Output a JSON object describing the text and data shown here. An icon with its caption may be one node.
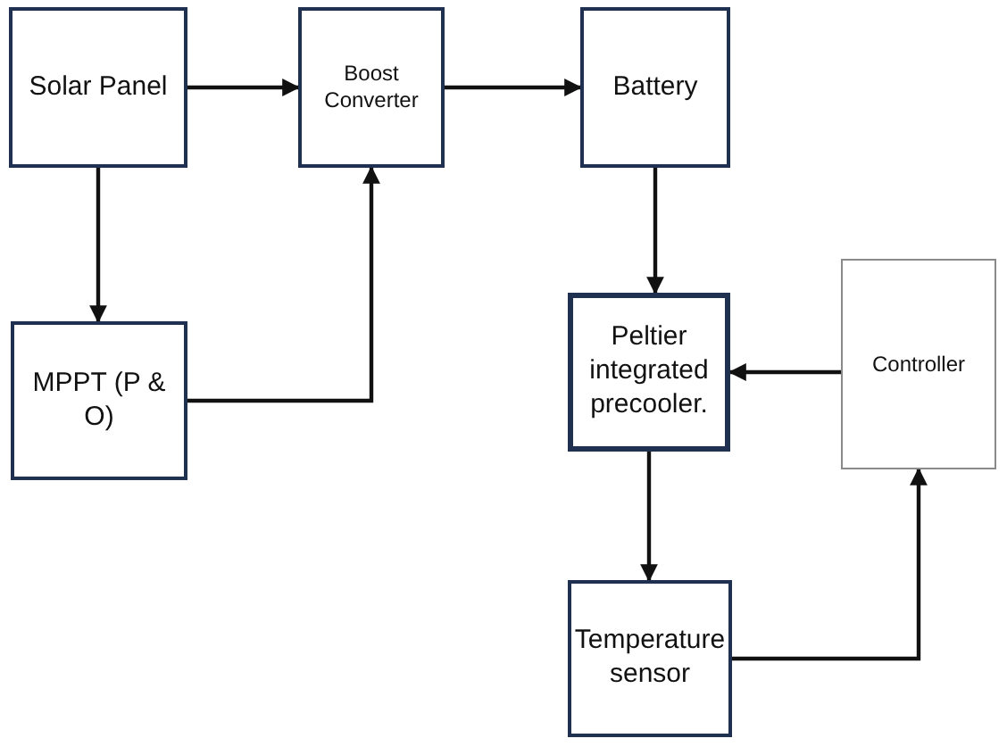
{
  "diagram": {
    "nodes": [
      {
        "text": [
          "Solar Panel"
        ]
      },
      {
        "text": [
          "Boost Converter"
        ]
      },
      {
        "text": [
          "Battery"
        ]
      },
      {
        "text": [
          "MPPT (P & O)"
        ]
      },
      {
        "text": [
          "Peltier integrated precooler."
        ]
      },
      {
        "text": [
          "Controller"
        ]
      },
      {
        "text": [
          "Temperature sensor"
        ]
      }
    ],
    "edges": [
      {
        "from": 0,
        "to": 1,
        "arrow": "to"
      },
      {
        "from": 0,
        "to": 3,
        "arrow": "to"
      },
      {
        "from": 3,
        "to": 1,
        "arrow": "to"
      },
      {
        "from": 1,
        "to": 2,
        "arrow": "to"
      },
      {
        "from": 2,
        "to": 4,
        "arrow": "to"
      },
      {
        "from": 5,
        "to": 4,
        "arrow": "to"
      },
      {
        "from": 4,
        "to": 6,
        "arrow": "to"
      },
      {
        "from": 6,
        "to": 5,
        "arrow": "to"
      }
    ]
  }
}
